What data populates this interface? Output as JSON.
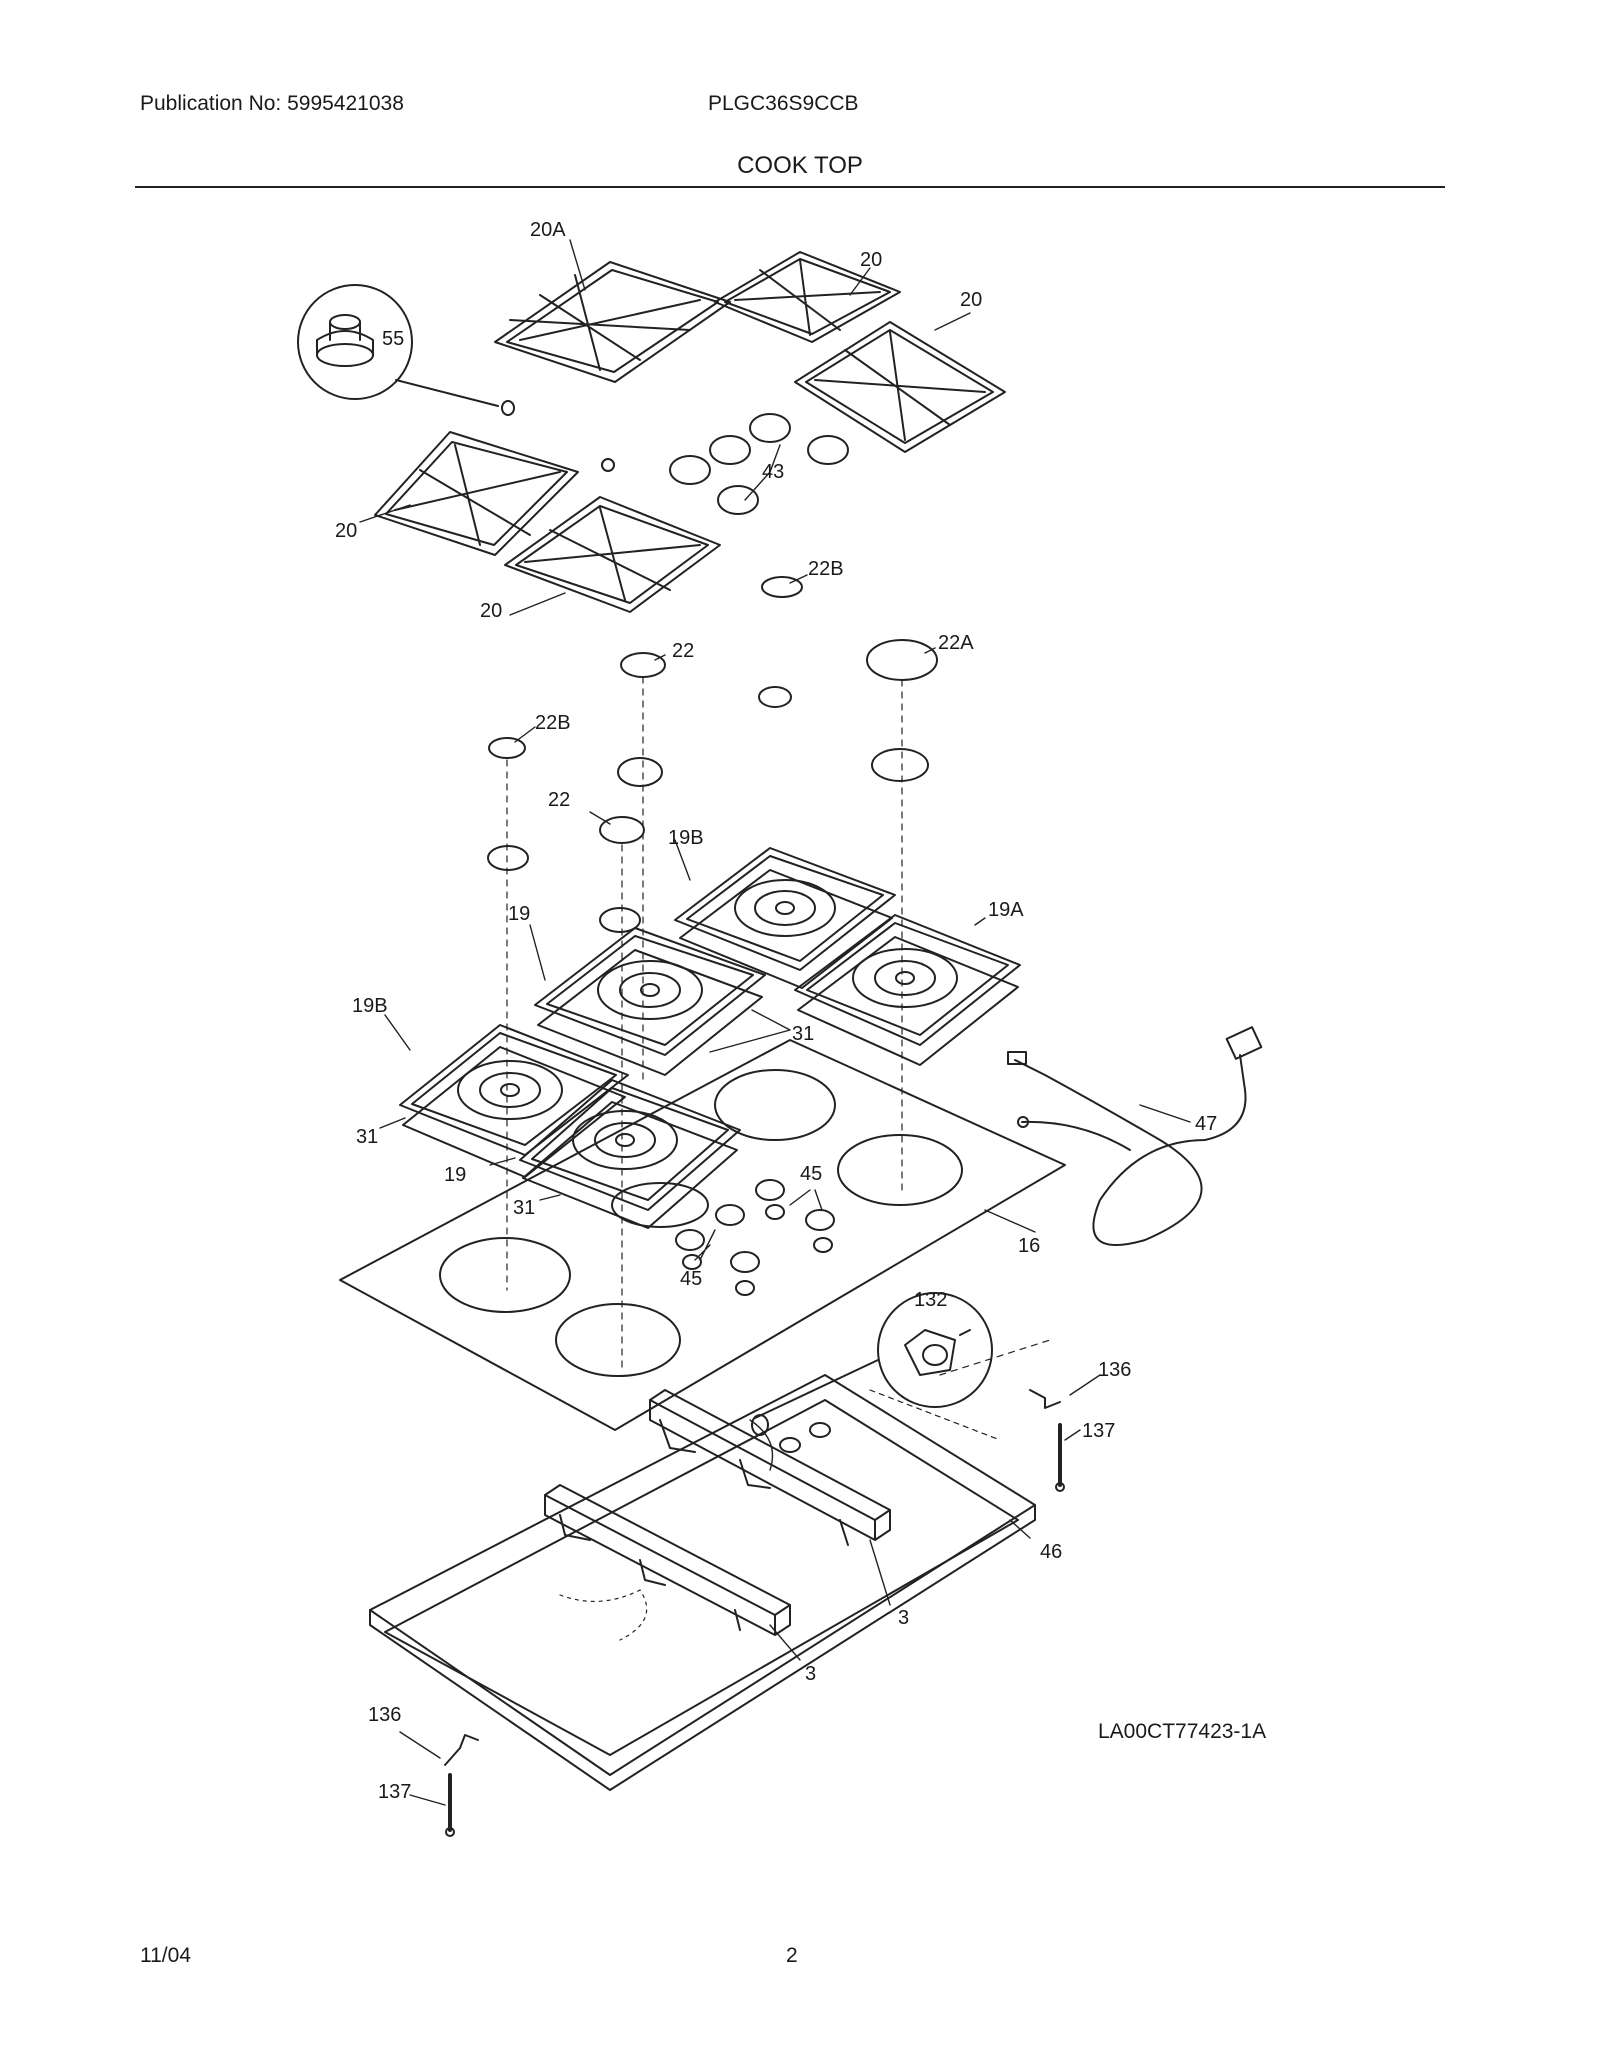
{
  "header": {
    "publication": "Publication No: 5995421038",
    "model": "PLGC36S9CCB",
    "section": "COOK TOP"
  },
  "footer": {
    "date": "11/04",
    "page": "2",
    "reference": "LA00CT77423-1A"
  },
  "callouts": [
    {
      "id": "c20A",
      "text": "20A"
    },
    {
      "id": "c20a",
      "text": "20"
    },
    {
      "id": "c20b",
      "text": "20"
    },
    {
      "id": "c20c",
      "text": "20"
    },
    {
      "id": "c20d",
      "text": "20"
    },
    {
      "id": "c55",
      "text": "55"
    },
    {
      "id": "c43",
      "text": "43"
    },
    {
      "id": "c22Ba",
      "text": "22B"
    },
    {
      "id": "c22a",
      "text": "22"
    },
    {
      "id": "c22A",
      "text": "22A"
    },
    {
      "id": "c22Bb",
      "text": "22B"
    },
    {
      "id": "c22b",
      "text": "22"
    },
    {
      "id": "c19Ba",
      "text": "19B"
    },
    {
      "id": "c19A",
      "text": "19A"
    },
    {
      "id": "c19a",
      "text": "19"
    },
    {
      "id": "c19Bb",
      "text": "19B"
    },
    {
      "id": "c31a",
      "text": "31"
    },
    {
      "id": "c31b",
      "text": "31"
    },
    {
      "id": "c19b",
      "text": "19"
    },
    {
      "id": "c31c",
      "text": "31"
    },
    {
      "id": "c45a",
      "text": "45"
    },
    {
      "id": "c45b",
      "text": "45"
    },
    {
      "id": "c47",
      "text": "47"
    },
    {
      "id": "c16",
      "text": "16"
    },
    {
      "id": "c132",
      "text": "132"
    },
    {
      "id": "c136a",
      "text": "136"
    },
    {
      "id": "c137a",
      "text": "137"
    },
    {
      "id": "c46",
      "text": "46"
    },
    {
      "id": "c3a",
      "text": "3"
    },
    {
      "id": "c3b",
      "text": "3"
    },
    {
      "id": "c136b",
      "text": "136"
    },
    {
      "id": "c137b",
      "text": "137"
    }
  ]
}
